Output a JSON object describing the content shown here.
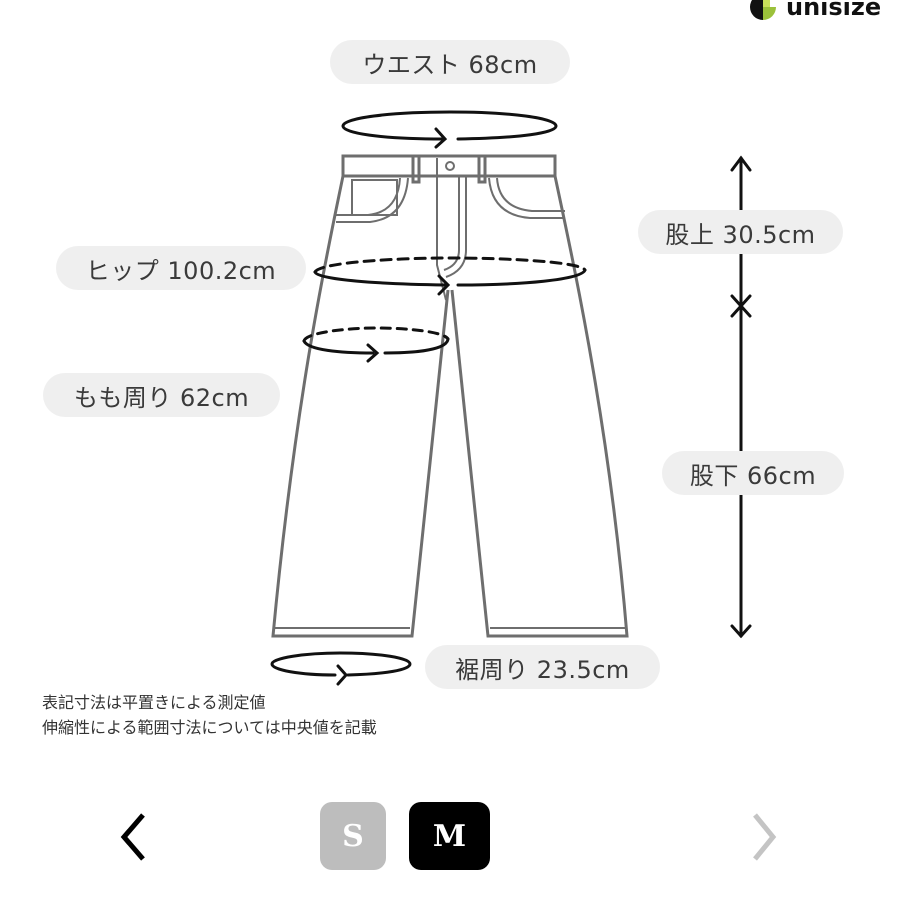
{
  "brand": {
    "name": "unisize",
    "icon": "unisize-logo-icon",
    "colors": {
      "dark": "#111111",
      "green": "#9bc13a"
    }
  },
  "measurements": {
    "waist": "ウエスト 68cm",
    "hip": "ヒップ 100.2cm",
    "thigh": "もも周り 62cm",
    "rise": "股上 30.5cm",
    "inseam": "股下 66cm",
    "hem": "裾周り 23.5cm"
  },
  "notes": [
    "表記寸法は平置きによる測定値",
    "伸縮性による範囲寸法については中央値を記載"
  ],
  "sizes": [
    {
      "label": "S",
      "selected": false,
      "color": "#bdbdbd"
    },
    {
      "label": "M",
      "selected": true,
      "color": "#000000"
    }
  ],
  "navigation": {
    "prev_icon": "chevron-left-icon",
    "next_icon": "chevron-right-icon",
    "prev_enabled": true,
    "next_enabled": false
  }
}
